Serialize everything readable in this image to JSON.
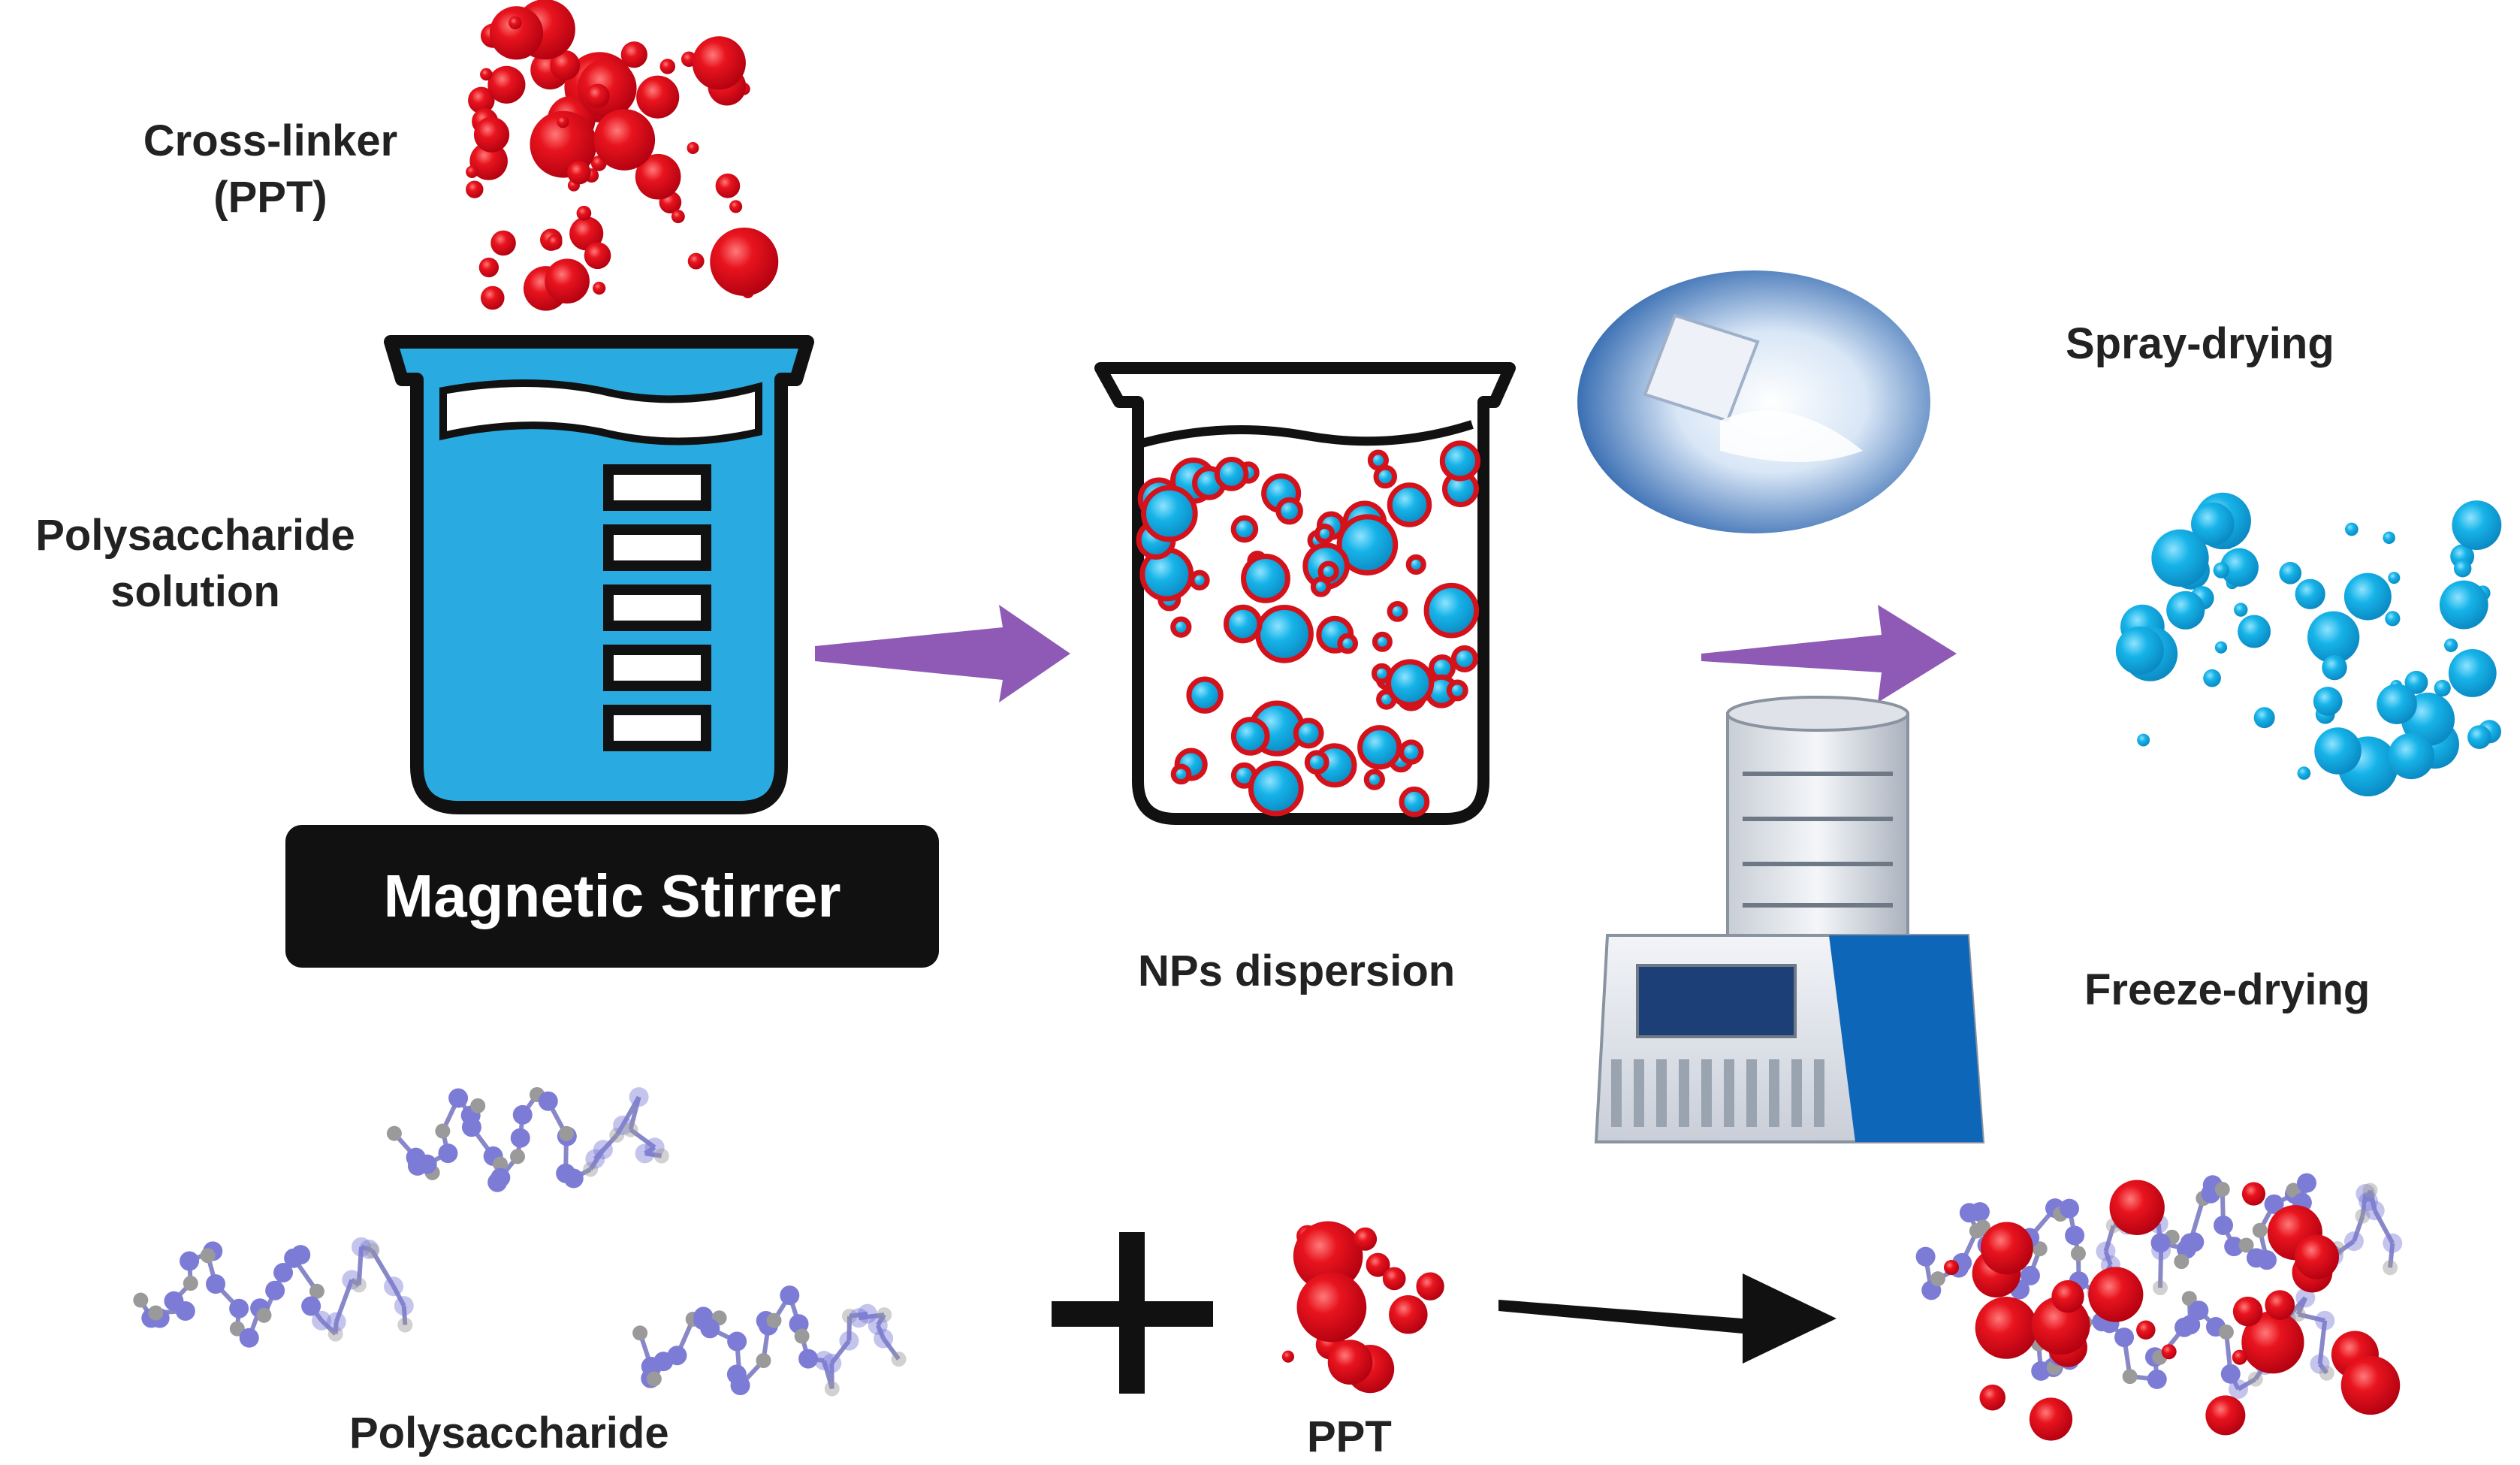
{
  "labels": {
    "crosslinker_line1": "Cross-linker",
    "crosslinker_line2": "(PPT)",
    "polysaccharide_solution_line1": "Polysaccharide",
    "polysaccharide_solution_line2": "solution",
    "magnetic_stirrer": "Magnetic Stirrer",
    "nps_dispersion": "NPs dispersion",
    "spray_drying": "Spray-drying",
    "freeze_drying": "Freeze-drying",
    "polysaccharide": "Polysaccharide",
    "ppt": "PPT"
  },
  "colors": {
    "solution_blue": "#29abe2",
    "particle_blue": "#16b3e8",
    "crosslinker_red": "#e0101e",
    "arrow_purple": "#8e5ab5",
    "arrow_black": "#111111",
    "stirrer_black": "#111111",
    "molecule_blue": "#7c7cd6",
    "molecule_grey": "#9a9a9a"
  }
}
